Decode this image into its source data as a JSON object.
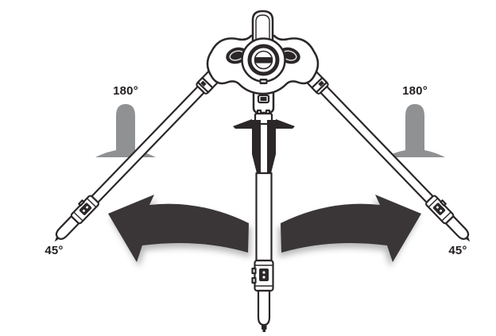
{
  "diagram": {
    "type": "tripod-leg-angle-illustration",
    "angle_labels": {
      "left_open": "180°",
      "right_open": "180°",
      "left_closed": "45°",
      "right_closed": "45°"
    },
    "elements": {
      "illustration": "tripod-front-view-three-legs",
      "left_arrow": "curved-arrow-pointing-up-left",
      "right_arrow": "curved-arrow-pointing-up-right",
      "left_peg": "gray-angle-stop-peg",
      "right_peg": "gray-angle-stop-peg"
    },
    "colors": {
      "background": "#ffffff",
      "line_art": "#2b2728",
      "peg_gray": "#8f9193",
      "arrow": "#3a3637",
      "label_text": "#231f20"
    }
  }
}
